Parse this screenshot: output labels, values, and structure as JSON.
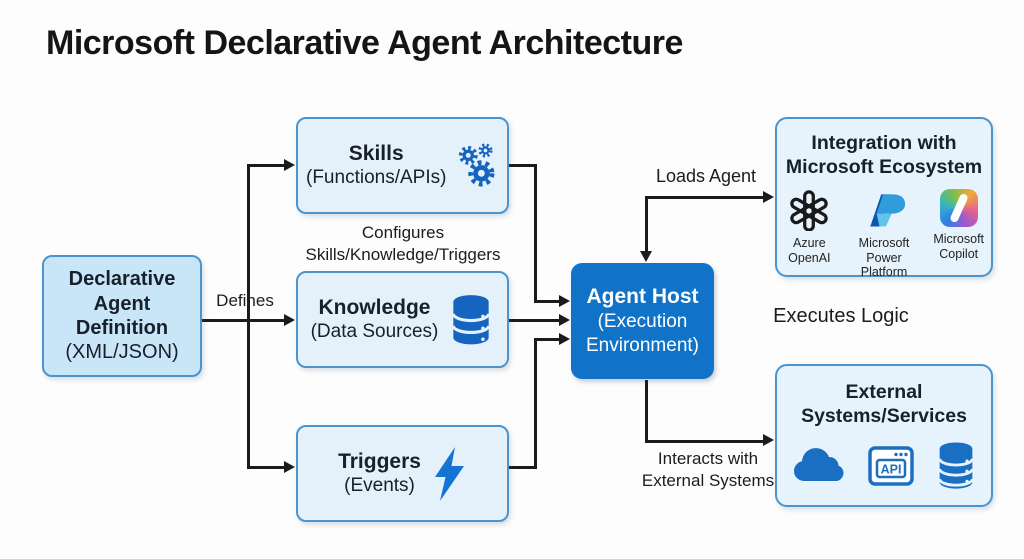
{
  "title": "Microsoft Declarative Agent Architecture",
  "definition_box": {
    "title": "Declarative\nAgent\nDefinition",
    "subtitle": "(XML/JSON)"
  },
  "feature_boxes": [
    {
      "title": "Skills",
      "subtitle": "(Functions/APIs)",
      "icon": "gears-icon"
    },
    {
      "title": "Knowledge",
      "subtitle": "(Data Sources)",
      "icon": "database-icon"
    },
    {
      "title": "Triggers",
      "subtitle": "(Events)",
      "icon": "lightning-icon"
    }
  ],
  "agent_host_box": {
    "title": "Agent Host",
    "subtitle": "(Execution\nEnvironment)"
  },
  "integration_box": {
    "title": "Integration with\nMicrosoft Ecosystem",
    "logos": [
      {
        "icon": "openai-logo-icon",
        "caption": "Azure\nOpenAI"
      },
      {
        "icon": "power-platform-logo-icon",
        "caption": "Microsoft\nPower Platform"
      },
      {
        "icon": "copilot-logo-icon",
        "caption": "Microsoft\nCopilot"
      }
    ]
  },
  "external_box": {
    "title": "External\nSystems/Services",
    "icons": [
      "cloud-icon",
      "api-window-icon",
      "database-icon"
    ],
    "api_label": "API"
  },
  "edge_labels": {
    "defines": "Defines",
    "configures": "Configures\nSkills/Knowledge/Triggers",
    "loads_agent": "Loads Agent",
    "executes_logic": "Executes Logic",
    "interacts": "Interacts with\nExternal Systems"
  },
  "colors": {
    "host_fill": "#1173c8",
    "box_border": "#4b94cd",
    "light_box_fill": "#e4f1fb",
    "definition_box_fill": "#c9e5f8",
    "big_box_fill": "#e7f3fc",
    "connector": "#1b1b1b",
    "icon_blue": "#1565c0",
    "icon_blue_bright": "#1b6fc2"
  }
}
